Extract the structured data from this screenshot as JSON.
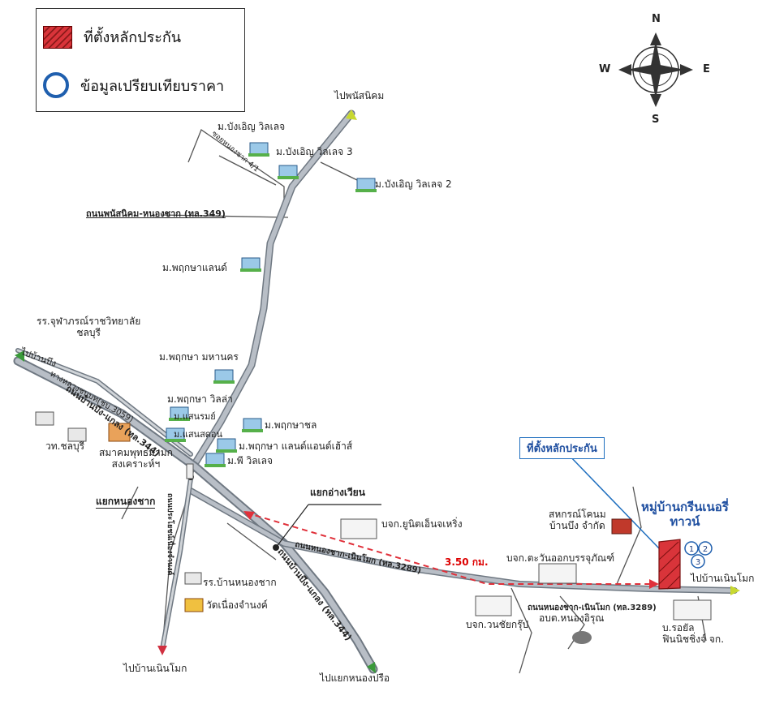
{
  "legend": {
    "collateral": "ที่ตั้งหลักประกัน",
    "comparison": "ข้อมูลเปรียบเทียบราคา"
  },
  "compass": {
    "n": "N",
    "s": "S",
    "e": "E",
    "w": "W"
  },
  "roads": {
    "r349": "ถนนพนัสนิคม-หนองชาก (ทล.349)",
    "r344_upper": "ถนนบ้านบึง-แกลง (ทล.344)",
    "r344_lower": "ถนนบ้านบึง-แกลง (ทล.344)",
    "r3289_mid": "ถนนหนองชาก-เนินโมก (ทล.3289)",
    "r3289_right": "ถนนหนองชาก-เนินโมก (ทล.3289)",
    "r3059": "ทางหลวงชนบท(ชบ.3059)",
    "soi": "ซอยหนองชาก 4/1",
    "prachauthit": "ถนนประโยชน์เนื่องจำนงค์"
  },
  "directions": {
    "phanat": "ไปพนัสนิคม",
    "banbueng": "ไปบ้านบึง",
    "noenmok_down": "ไปบ้านเนินโมก",
    "nongprue": "ไปแยกหนองปรือ",
    "noenmok_right": "ไปบ้านเนินโมก"
  },
  "places": {
    "bangoen": "ม.บังเอิญ วิลเลจ",
    "bangoen3": "ม.บังเอิญ วิลเลจ 3",
    "bangoen2": "ม.บังเอิญ วิลเลจ 2",
    "pruksaland": "ม.พฤกษาแลนด์",
    "school_chula": "รร.จุฬาภรณ์ราชวิทยาลัย\nชลบุรี",
    "pruksa_mahanakorn": "ม.พฤกษา มหานคร",
    "pruksa_villa": "ม.พฤกษา วิลล่า",
    "saenrom": "ม.แสนรมย์",
    "pruksachon": "ม.พฤกษาชล",
    "saenthon": "ม.แสนสดอน",
    "pruksa_land_house": "ม.พฤกษา แลนด์แอนด์เฮ้าส์",
    "pee_village": "ม.พี วิลเลจ",
    "college": "วท.ชลบุรี",
    "buddhist": "สมาคมพุทธมามก\nสงเคราะห์ฯ",
    "junction_nongchak": "แยกหนองชาก",
    "junction_angwian": "แยกอ่างเวียน",
    "united": "บจก.ยูนิตเอ็นจเหริ่ง",
    "coop": "สหกรณ์โคนม\nบ้านบึง จำกัด",
    "project": "หมู่บ้านกรีนเนอรี่\nทาวน์",
    "tawan": "บจก.ตะวันออกบรรจุภัณฑ์",
    "school_nongchak": "รร.บ้านหนองชาก",
    "wat": "วัดเนื่องจำนงค์",
    "wanchai": "บจก.วนชัยกรุ๊ป",
    "obt": "อบต.หนองอิรุณ",
    "royal": "บ.รอยัล\nฟินนิชชิ่งจ์ จก."
  },
  "callout": "ที่ตั้งหลักประกัน",
  "distance": "3.50 กม.",
  "comparables": [
    "1",
    "2",
    "3"
  ],
  "colors": {
    "road": "#b8bec6",
    "road_edge": "#6f7882",
    "collateral": "#d9343a",
    "comparable": "#1f5fae",
    "route": "#e0303a"
  }
}
